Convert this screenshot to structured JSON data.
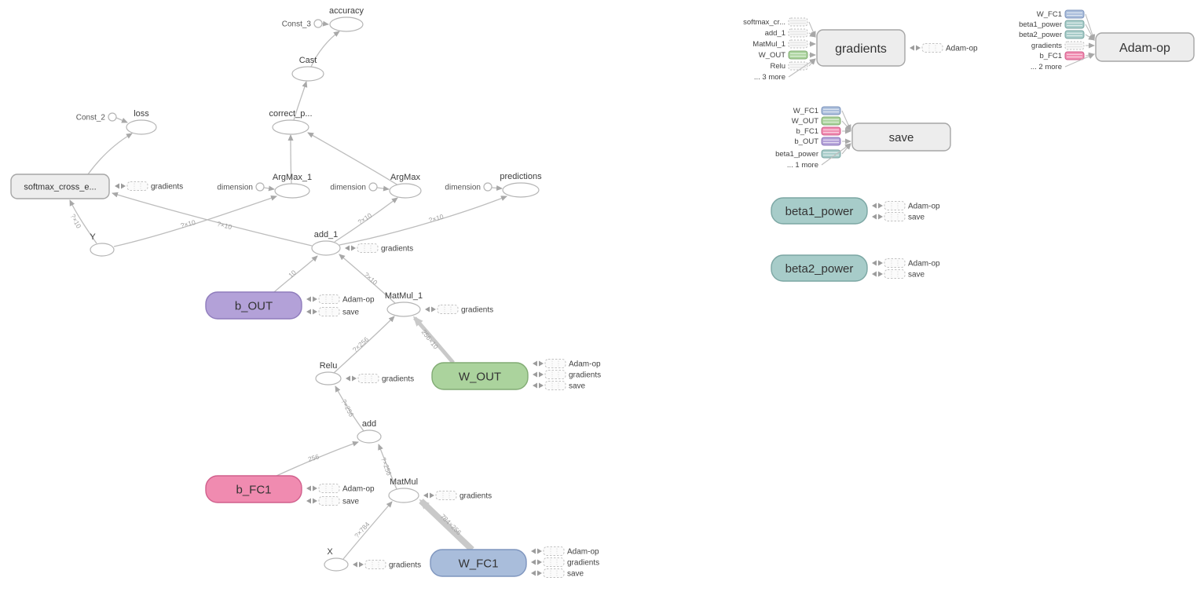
{
  "diagram": {
    "type": "dataflow-graph",
    "colors": {
      "edge": "#bdbdbd",
      "edge_thick": "#c9c9c9",
      "op_fill": "#ffffff",
      "op_stroke": "#b5b5b5",
      "namespace_fill": "#ededed",
      "namespace_stroke": "#a6a6a6",
      "label": "#3c3c3c",
      "edge_label": "#9e9e9e"
    },
    "palette": {
      "purple": {
        "fill": "#b3a1d8",
        "stroke": "#8f7cbc"
      },
      "pink": {
        "fill": "#f08bb0",
        "stroke": "#d05f8c"
      },
      "green": {
        "fill": "#abd39d",
        "stroke": "#81ab73"
      },
      "blue": {
        "fill": "#a9bddb",
        "stroke": "#7e95be"
      },
      "teal": {
        "fill": "#a7ccc9",
        "stroke": "#7ba6a3"
      }
    },
    "nodes": [
      {
        "id": "accuracy",
        "label": "accuracy",
        "kind": "op"
      },
      {
        "id": "const_3",
        "label": "Const_3",
        "kind": "const"
      },
      {
        "id": "cast",
        "label": "Cast",
        "kind": "op"
      },
      {
        "id": "correct_p",
        "label": "correct_p...",
        "kind": "op"
      },
      {
        "id": "loss",
        "label": "loss",
        "kind": "op"
      },
      {
        "id": "const_2",
        "label": "Const_2",
        "kind": "const"
      },
      {
        "id": "softmax",
        "label": "softmax_cross_e...",
        "kind": "namespace"
      },
      {
        "id": "argmax_1",
        "label": "ArgMax_1",
        "kind": "op"
      },
      {
        "id": "dim1",
        "label": "dimension",
        "kind": "const"
      },
      {
        "id": "argmax",
        "label": "ArgMax",
        "kind": "op"
      },
      {
        "id": "dim2",
        "label": "dimension",
        "kind": "const"
      },
      {
        "id": "predictions",
        "label": "predictions",
        "kind": "op"
      },
      {
        "id": "dim3",
        "label": "dimension",
        "kind": "const"
      },
      {
        "id": "y",
        "label": "Y",
        "kind": "op"
      },
      {
        "id": "add_1",
        "label": "add_1",
        "kind": "op"
      },
      {
        "id": "b_out",
        "label": "b_OUT",
        "kind": "param",
        "color": "purple"
      },
      {
        "id": "matmul_1",
        "label": "MatMul_1",
        "kind": "op"
      },
      {
        "id": "relu",
        "label": "Relu",
        "kind": "op"
      },
      {
        "id": "w_out",
        "label": "W_OUT",
        "kind": "param",
        "color": "green"
      },
      {
        "id": "add",
        "label": "add",
        "kind": "op"
      },
      {
        "id": "b_fc1",
        "label": "b_FC1",
        "kind": "param",
        "color": "pink"
      },
      {
        "id": "matmul",
        "label": "MatMul",
        "kind": "op"
      },
      {
        "id": "x",
        "label": "X",
        "kind": "op"
      },
      {
        "id": "w_fc1",
        "label": "W_FC1",
        "kind": "param",
        "color": "blue"
      },
      {
        "id": "gradients",
        "label": "gradients",
        "kind": "namespace"
      },
      {
        "id": "adam",
        "label": "Adam-op",
        "kind": "namespace"
      },
      {
        "id": "save",
        "label": "save",
        "kind": "namespace"
      },
      {
        "id": "beta1",
        "label": "beta1_power",
        "kind": "param",
        "color": "teal"
      },
      {
        "id": "beta2",
        "label": "beta2_power",
        "kind": "param",
        "color": "teal"
      }
    ],
    "edges": [
      {
        "from": "const_3",
        "to": "accuracy"
      },
      {
        "from": "cast",
        "to": "accuracy"
      },
      {
        "from": "correct_p",
        "to": "cast"
      },
      {
        "from": "softmax",
        "to": "loss"
      },
      {
        "from": "const_2",
        "to": "loss"
      },
      {
        "from": "argmax_1",
        "to": "correct_p"
      },
      {
        "from": "argmax",
        "to": "correct_p"
      },
      {
        "from": "dim1",
        "to": "argmax_1"
      },
      {
        "from": "dim2",
        "to": "argmax"
      },
      {
        "from": "dim3",
        "to": "predictions"
      },
      {
        "from": "y",
        "to": "softmax",
        "label": "?×10"
      },
      {
        "from": "y",
        "to": "argmax_1",
        "label": "?×10"
      },
      {
        "from": "add_1",
        "to": "softmax",
        "label": "?×10"
      },
      {
        "from": "add_1",
        "to": "argmax",
        "label": "?×10"
      },
      {
        "from": "add_1",
        "to": "predictions",
        "label": "?×10"
      },
      {
        "from": "b_out",
        "to": "add_1",
        "label": "10"
      },
      {
        "from": "matmul_1",
        "to": "add_1",
        "label": "?×10"
      },
      {
        "from": "relu",
        "to": "matmul_1",
        "label": "?×256"
      },
      {
        "from": "w_out",
        "to": "matmul_1",
        "label": "256×10",
        "thick": true
      },
      {
        "from": "add",
        "to": "relu",
        "label": "?×256"
      },
      {
        "from": "b_fc1",
        "to": "add",
        "label": "256"
      },
      {
        "from": "matmul",
        "to": "add",
        "label": "?×256"
      },
      {
        "from": "x",
        "to": "matmul",
        "label": "?×784"
      },
      {
        "from": "w_fc1",
        "to": "matmul",
        "label": "784×256",
        "thick": true
      }
    ],
    "out_refs": {
      "softmax": [
        "gradients"
      ],
      "add_1": [
        "gradients"
      ],
      "matmul_1": [
        "gradients"
      ],
      "relu": [
        "gradients"
      ],
      "matmul": [
        "gradients"
      ],
      "x": [
        "gradients"
      ],
      "b_out": [
        "Adam-op",
        "save"
      ],
      "b_fc1": [
        "Adam-op",
        "save"
      ],
      "w_out": [
        "Adam-op",
        "gradients",
        "save"
      ],
      "w_fc1": [
        "Adam-op",
        "gradients",
        "save"
      ],
      "gradients": [
        "Adam-op"
      ],
      "beta1": [
        "Adam-op",
        "save"
      ],
      "beta2": [
        "Adam-op",
        "save"
      ]
    },
    "in_refs": {
      "gradients": [
        {
          "label": "softmax_cr...",
          "icon": "op"
        },
        {
          "label": "add_1",
          "icon": "op"
        },
        {
          "label": "MatMul_1",
          "icon": "op"
        },
        {
          "label": "W_OUT",
          "icon": "green"
        },
        {
          "label": "Relu",
          "icon": "op"
        },
        {
          "label": "... 3 more",
          "icon": "none"
        }
      ],
      "adam": [
        {
          "label": "W_FC1",
          "icon": "blue"
        },
        {
          "label": "beta1_power",
          "icon": "teal"
        },
        {
          "label": "beta2_power",
          "icon": "teal"
        },
        {
          "label": "gradients",
          "icon": "op"
        },
        {
          "label": "b_FC1",
          "icon": "pink"
        },
        {
          "label": "... 2 more",
          "icon": "none"
        }
      ],
      "save": [
        {
          "label": "W_FC1",
          "icon": "blue"
        },
        {
          "label": "W_OUT",
          "icon": "green"
        },
        {
          "label": "b_FC1",
          "icon": "pink"
        },
        {
          "label": "b_OUT",
          "icon": "purple"
        },
        {
          "label": "beta1_power",
          "icon": "teal"
        },
        {
          "label": "... 1 more",
          "icon": "none"
        }
      ]
    }
  }
}
